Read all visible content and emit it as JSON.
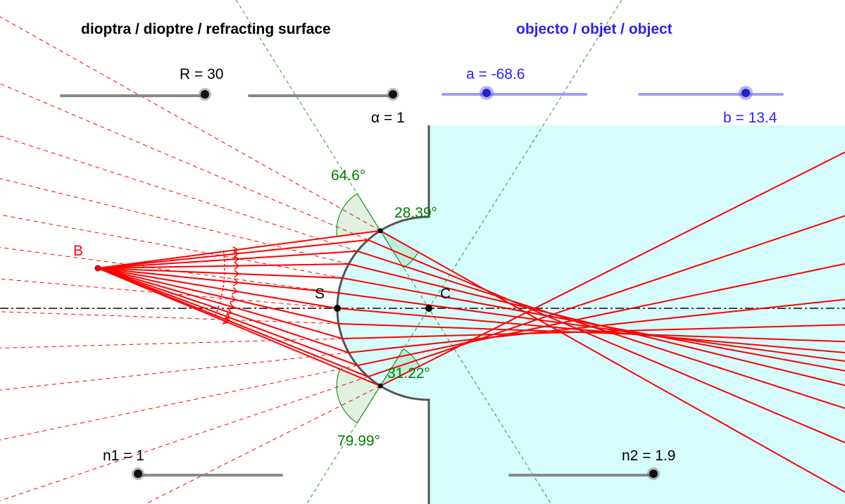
{
  "titles": {
    "surface": "dioptra / dioptre / refracting surface",
    "object": "objecto / objet / object"
  },
  "sliders": {
    "R": {
      "label": "R = 30",
      "value": 30,
      "fraction": 1.0
    },
    "alpha": {
      "label": "α = 1",
      "value": 1,
      "fraction": 1.0
    },
    "a": {
      "label": "a = -68.6",
      "value": -68.6,
      "fraction": 0.31
    },
    "b": {
      "label": "b = 13.4",
      "value": 13.4,
      "fraction": 0.74
    },
    "n1": {
      "label": "n1 = 1",
      "value": 1,
      "fraction": 0.0
    },
    "n2": {
      "label": "n2 = 1.9",
      "value": 1.9,
      "fraction": 1.0
    }
  },
  "points": {
    "B": "B",
    "S": "S",
    "C": "C"
  },
  "angles": {
    "top_incident": "64.6°",
    "top_refracted": "28.39°",
    "bottom_refracted": "31.22°",
    "bottom_incident": "79.99°"
  },
  "colors": {
    "ray": "#ff0000",
    "medium2": "#d6fcfc",
    "angle": "#007f00",
    "object": "#2a1fff"
  }
}
